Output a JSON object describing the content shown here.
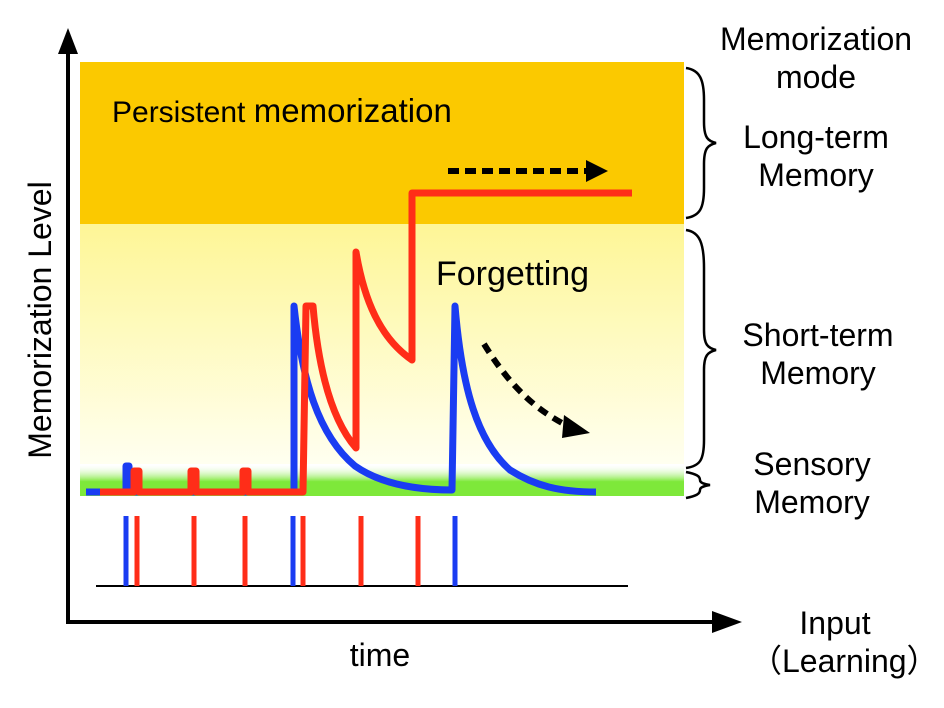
{
  "labels": {
    "persistent_small": "Persistent",
    "persistent_big": "memorization",
    "forgetting": "Forgetting",
    "mode_line1": "Memorization",
    "mode_line2": "mode",
    "long_term_line1": "Long-term",
    "long_term_line2": "Memory",
    "short_term_line1": "Short-term",
    "short_term_line2": "Memory",
    "sensory_line1": "Sensory",
    "sensory_line2": "Memory",
    "input_line1": "Input",
    "input_line2": "（Learning）",
    "xlabel": "time",
    "ylabel": "Memorization Level"
  },
  "colors": {
    "long_term_band": "#fbc900",
    "short_term_band_top": "#fef696",
    "short_term_band_bottom": "#fffff0",
    "sensory_band": "#7ee83a",
    "red_trace": "#ff2d18",
    "blue_trace": "#1a3cf2",
    "axis": "#000000"
  }
}
